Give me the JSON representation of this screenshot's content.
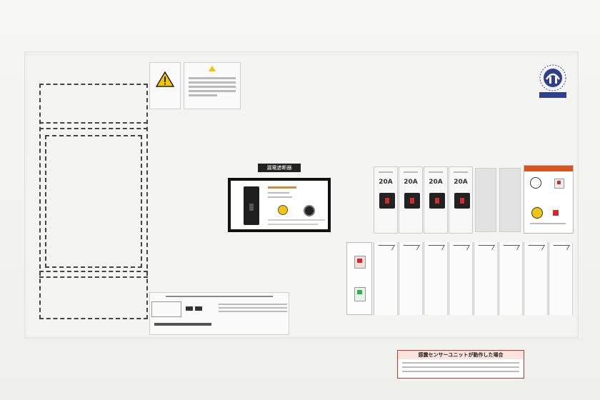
{
  "breakers": {
    "ratings": [
      "20A",
      "20A",
      "20A",
      "20A"
    ]
  },
  "main_breaker": {
    "title": "漏電遮断器"
  },
  "notice_label": {
    "title": "感震センサーユニットが動作した場合"
  },
  "colors": {
    "panel": "#f4f4f2",
    "breaker_toggle": "#222222",
    "indicator_red": "#d12a2a",
    "indicator_green": "#2fae4a",
    "notice_border": "#c0392b"
  }
}
